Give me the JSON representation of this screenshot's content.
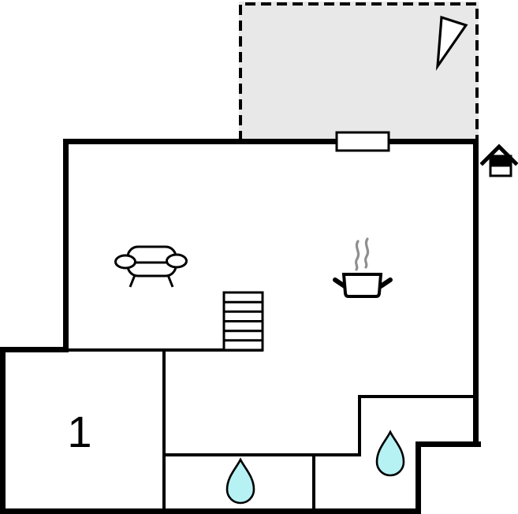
{
  "plan": {
    "type": "floor-plan",
    "room_label": "1",
    "wall_color": "#000000",
    "background": "#ffffff",
    "terrace": {
      "fill": "#e8e8e8",
      "outline": "#000000",
      "style": "dashed"
    },
    "water_drop_fill": "#b6f2f4",
    "steam_color": "#8f8f8f",
    "icons": [
      "north-arrow-icon",
      "house-entrance-icon",
      "window-marker",
      "sofa-icon",
      "stairs-icon",
      "cooking-pot-icon",
      "water-drop-icon",
      "water-drop-icon"
    ]
  }
}
